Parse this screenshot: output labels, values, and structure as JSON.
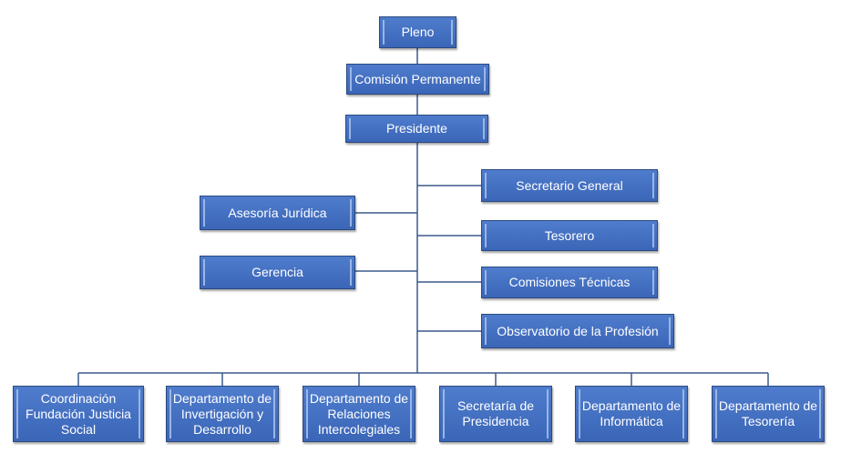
{
  "chart": {
    "top": {
      "pleno": "Pleno",
      "comision": "Comisión Permanente",
      "presidente": "Presidente"
    },
    "right_branch": [
      "Secretario General",
      "Tesorero",
      "Comisiones Técnicas",
      "Observatorio de la Profesión"
    ],
    "left_branch": [
      "Asesoría Jurídica",
      "Gerencia"
    ],
    "bottom_departments": [
      "Coordinación Fundación Justicia Social",
      "Departamento de Invertigación y Desarrollo",
      "Departamento de Relaciones Intercolegiales",
      "Secretaría de Presidencia",
      "Departamento de Informática",
      "Departamento de Tesorería"
    ]
  },
  "colors": {
    "box_fill": "#4472c4",
    "box_border": "#2b4a7e",
    "connector": "#3b5a8c",
    "text": "#ffffff"
  }
}
